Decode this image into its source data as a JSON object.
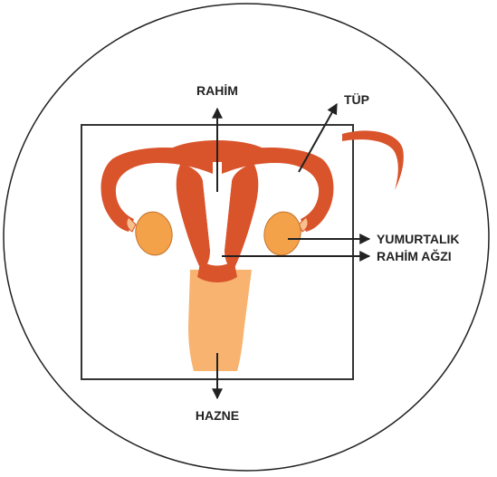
{
  "labels": {
    "uterus": "RAHİM",
    "tube": "TÜP",
    "ovary": "YUMURTALIK",
    "cervix": "RAHİM AĞZI",
    "vagina": "HAZNE"
  },
  "colors": {
    "organ": "#d9532b",
    "organ_light": "#f7c08e",
    "ovary": "#f4a24a",
    "vagina": "#f8b370",
    "line": "#222222",
    "background": "#ffffff"
  }
}
